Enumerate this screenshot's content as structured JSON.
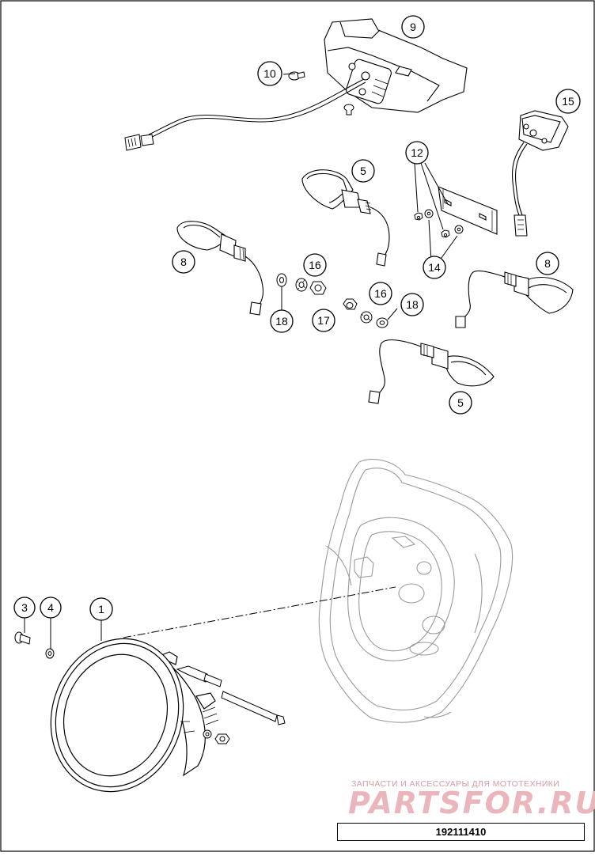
{
  "callouts": [
    {
      "id": "callout-9",
      "label": "9"
    },
    {
      "id": "callout-10",
      "label": "10"
    },
    {
      "id": "callout-15",
      "label": "15"
    },
    {
      "id": "callout-12",
      "label": "12"
    },
    {
      "id": "callout-5-upper",
      "label": "5"
    },
    {
      "id": "callout-8-left",
      "label": "8"
    },
    {
      "id": "callout-14",
      "label": "14"
    },
    {
      "id": "callout-16-left",
      "label": "16"
    },
    {
      "id": "callout-8-right",
      "label": "8"
    },
    {
      "id": "callout-16-right",
      "label": "16"
    },
    {
      "id": "callout-18-right",
      "label": "18"
    },
    {
      "id": "callout-17",
      "label": "17"
    },
    {
      "id": "callout-18-left",
      "label": "18"
    },
    {
      "id": "callout-5-lower",
      "label": "5"
    },
    {
      "id": "callout-3",
      "label": "3"
    },
    {
      "id": "callout-4",
      "label": "4"
    },
    {
      "id": "callout-1",
      "label": "1"
    }
  ],
  "watermark": {
    "caption": "ЗАПЧАСТИ И АКСЕССУАРЫ ДЛЯ МОТОТЕХНИКИ",
    "brand": "PARTSFOR.RU"
  },
  "part_number": "192111410",
  "colors": {
    "line": "#000000",
    "mask_line": "#9a9a9a",
    "watermark": "#e8b0b6"
  }
}
